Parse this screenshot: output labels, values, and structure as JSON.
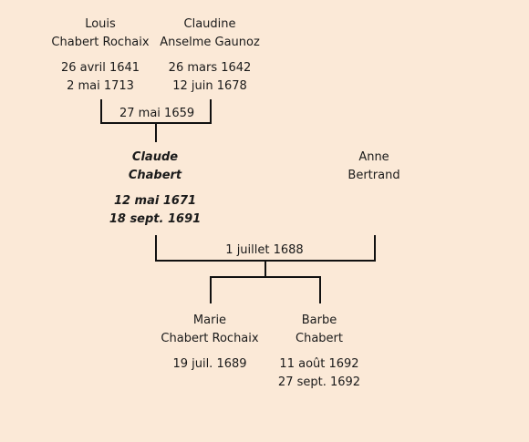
{
  "persons": {
    "louis": {
      "first": "Louis",
      "last": "Chabert Rochaix",
      "birth": "26 avril 1641",
      "death": "2 mai 1713"
    },
    "claudine": {
      "first": "Claudine",
      "last": "Anselme Gaunoz",
      "birth": "26 mars 1642",
      "death": "12 juin 1678"
    },
    "claude": {
      "first": "Claude",
      "last": "Chabert",
      "birth": "12 mai 1671",
      "death": "18 sept. 1691"
    },
    "anne": {
      "first": "Anne",
      "last": "Bertrand"
    },
    "marie": {
      "first": "Marie",
      "last": "Chabert Rochaix",
      "birth": "19 juil. 1689"
    },
    "barbe": {
      "first": "Barbe",
      "last": "Chabert",
      "birth": "11 août 1692",
      "death": "27 sept. 1692"
    }
  },
  "marriages": {
    "louis_claudine": "27 mai 1659",
    "claude_anne": "1 juillet 1688"
  }
}
